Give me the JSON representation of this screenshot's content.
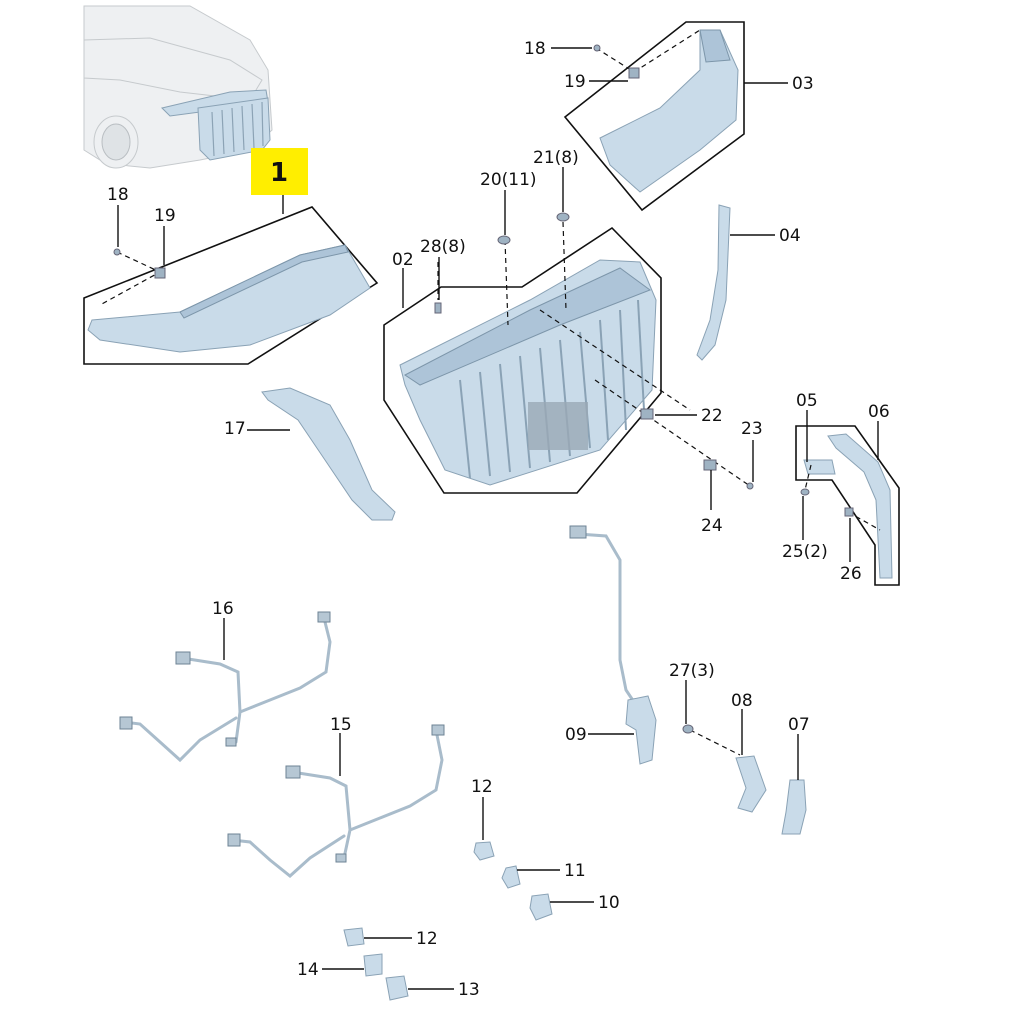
{
  "diagram": {
    "main_label": "1",
    "labels": {
      "p18a": "18",
      "p19a": "19",
      "p03": "03",
      "p18b": "18",
      "p19b": "19",
      "p20": "20(11)",
      "p21": "21(8)",
      "p28": "28(8)",
      "p02": "02",
      "p04": "04",
      "p17": "17",
      "p22": "22",
      "p23": "23",
      "p24": "24",
      "p05": "05",
      "p06": "06",
      "p25": "25(2)",
      "p26": "26",
      "p16": "16",
      "p15": "15",
      "p27": "27(3)",
      "p08": "08",
      "p07": "07",
      "p09": "09",
      "p12a": "12",
      "p11": "11",
      "p10": "10",
      "p12b": "12",
      "p14": "14",
      "p13": "13"
    }
  }
}
